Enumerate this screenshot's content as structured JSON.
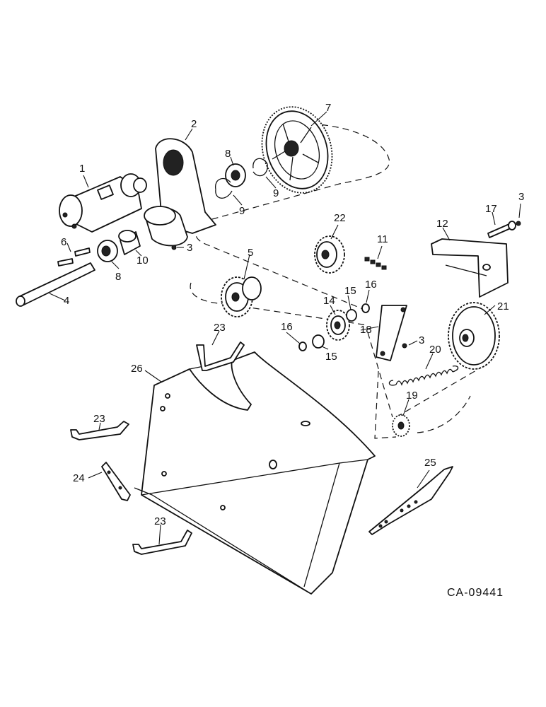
{
  "drawing_code": "CA-09441",
  "callouts": [
    "1",
    "2",
    "3",
    "4",
    "5",
    "6",
    "7",
    "8",
    "9",
    "10",
    "11",
    "12",
    "14",
    "15",
    "16",
    "17",
    "18",
    "19",
    "20",
    "21",
    "22",
    "23",
    "24",
    "25",
    "26"
  ],
  "labels": {
    "c1": "1",
    "c2": "2",
    "c3a": "3",
    "c3b": "3",
    "c3c": "3",
    "c4": "4",
    "c5": "5",
    "c6": "6",
    "c7": "7",
    "c8a": "8",
    "c8b": "8",
    "c9a": "9",
    "c9b": "9",
    "c10": "10",
    "c11": "11",
    "c12": "12",
    "c14": "14",
    "c15a": "15",
    "c15b": "15",
    "c16a": "16",
    "c16b": "16",
    "c17": "17",
    "c18": "18",
    "c19": "19",
    "c20": "20",
    "c21": "21",
    "c22": "22",
    "c23a": "23",
    "c23b": "23",
    "c23c": "23",
    "c24": "24",
    "c25": "25",
    "c26": "26"
  }
}
